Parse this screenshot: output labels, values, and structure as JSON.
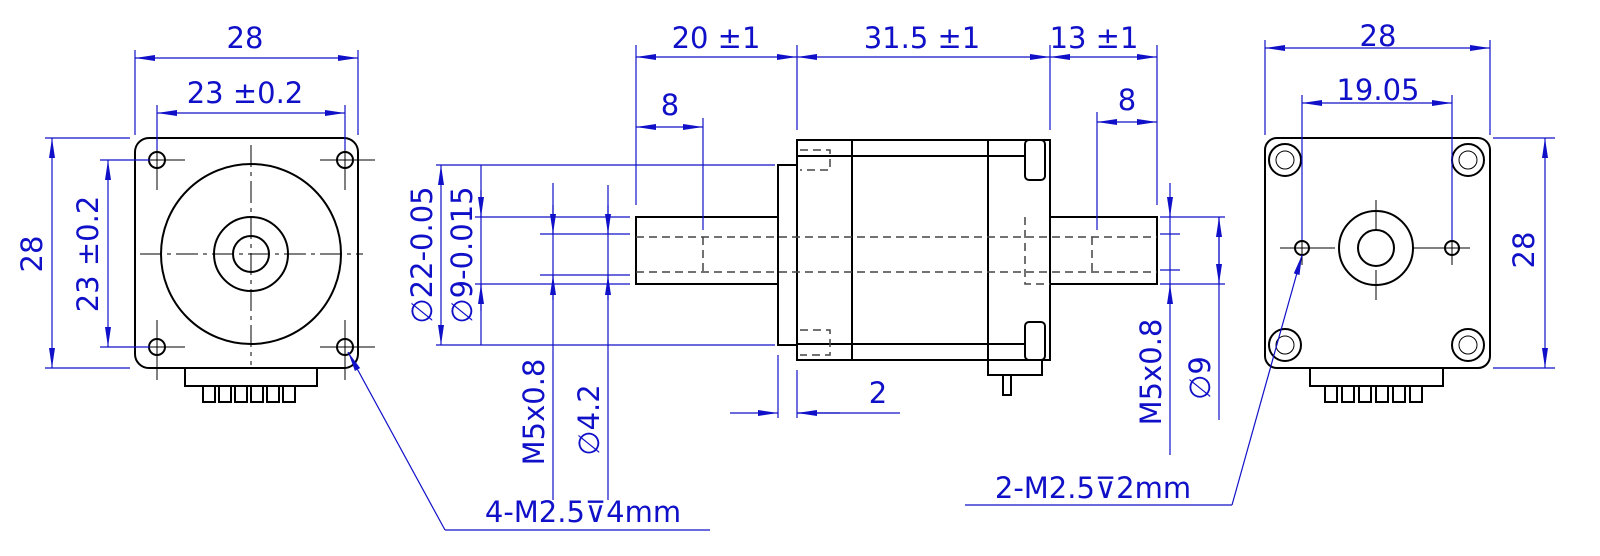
{
  "title": "Stepper motor dimension drawing",
  "colors": {
    "dimension": "#1010c8",
    "outline": "#000000"
  },
  "front_view": {
    "width": "28",
    "hole_spacing_h": "23 ±0.2",
    "height": "28",
    "hole_spacing_v": "23 ±0.2",
    "callout": "4-M2.5⊽4mm"
  },
  "side_view": {
    "front_shaft_len": "20 ±1",
    "body_len": "31.5 ±1",
    "rear_shaft_len": "13 ±1",
    "front_thread_depth": "8",
    "rear_thread_depth": "8",
    "boss_dia": "∅22-0.05",
    "shaft_dia": "∅9-0.015",
    "front_thread": "M5x0.8",
    "front_bore": "∅4.2",
    "boss_len": "2",
    "rear_thread": "M5x0.8",
    "rear_shaft_dia": "∅9"
  },
  "rear_view": {
    "width": "28",
    "hole_spacing": "19.05",
    "height": "28",
    "callout": "2-M2.5⊽2mm"
  }
}
